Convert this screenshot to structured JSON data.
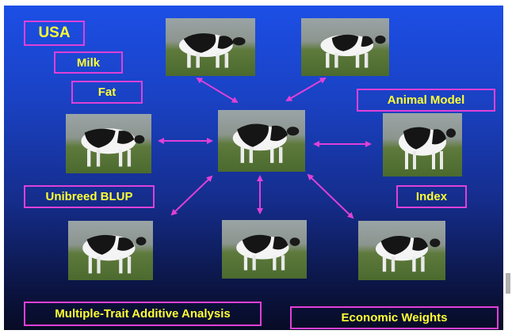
{
  "labels": {
    "usa": "USA",
    "milk": "Milk",
    "fat": "Fat",
    "animal_model": "Animal Model",
    "unibreed_blup": "Unibreed BLUP",
    "index": "Index",
    "multiple_trait": "Multiple-Trait Additive Analysis",
    "economic_weights": "Economic Weights"
  },
  "colors": {
    "label_text": "#ffff33",
    "label_border": "#e040d8",
    "arrow": "#e040d8",
    "background_top": "#1c4fe6",
    "background_bottom": "#070b25"
  }
}
